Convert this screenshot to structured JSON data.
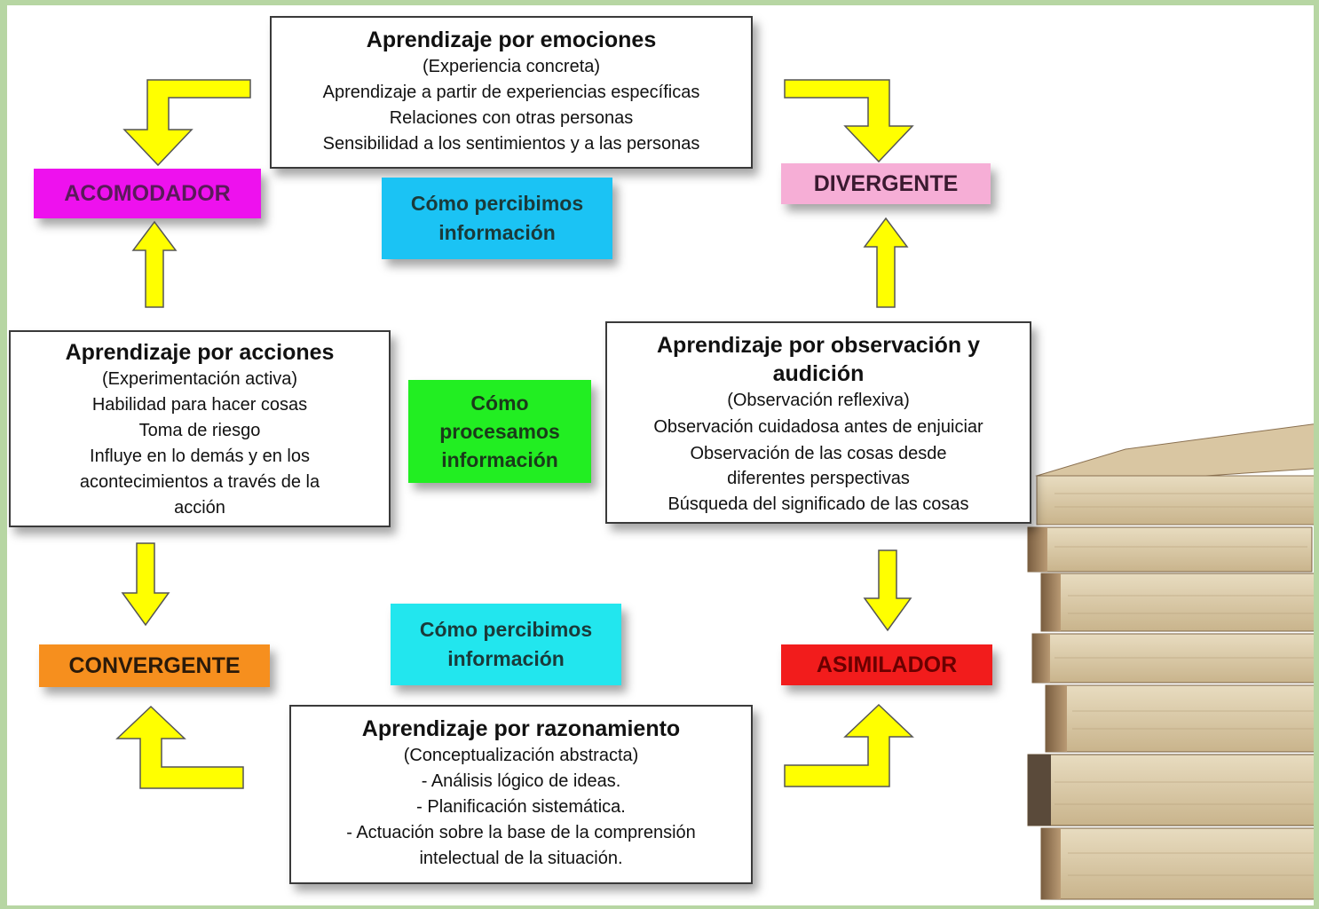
{
  "emociones": {
    "title": "Aprendizaje por emociones",
    "lines": [
      "(Experiencia concreta)",
      "Aprendizaje a partir de experiencias específicas",
      "Relaciones con otras personas",
      "Sensibilidad a los sentimientos y a las personas"
    ]
  },
  "acciones": {
    "title": "Aprendizaje por acciones",
    "lines": [
      "(Experimentación activa)",
      "Habilidad para hacer cosas",
      "Toma de riesgo",
      "Influye en lo demás y en los",
      "acontecimientos a través de la",
      "acción"
    ]
  },
  "observacion": {
    "title_1": "Aprendizaje por observación y",
    "title_2": "audición",
    "lines": [
      "(Observación reflexiva)",
      "Observación cuidadosa antes de enjuiciar",
      "Observación de las cosas desde",
      "diferentes perspectivas",
      "Búsqueda del significado de las cosas"
    ]
  },
  "razonamiento": {
    "title": "Aprendizaje por razonamiento",
    "lines": [
      "(Conceptualización abstracta)",
      "- Análisis lógico de ideas.",
      "- Planificación sistemática.",
      "- Actuación sobre la base de la comprensión",
      "intelectual de la situación."
    ]
  },
  "styles": {
    "acomodador": {
      "label": "ACOMODADOR",
      "color": "#ee11ee"
    },
    "divergente": {
      "label": "DIVERGENTE",
      "color": "#f6aed6"
    },
    "convergente": {
      "label": "CONVERGENTE",
      "color": "#f68f1e"
    },
    "asimilador": {
      "label": "ASIMILADOR",
      "color": "#f21c1c"
    }
  },
  "notes": {
    "percibimos_top": {
      "line1": "Cómo percibimos",
      "line2": "información",
      "color": "#1bc3f4"
    },
    "procesamos": {
      "line1": "Cómo",
      "line2": "procesamos",
      "line3": "información",
      "color": "#22ee22"
    },
    "percibimos_bottom": {
      "line1": "Cómo percibimos",
      "line2": "información",
      "color": "#22e6ee"
    }
  },
  "arrow_color": "#ffff00"
}
